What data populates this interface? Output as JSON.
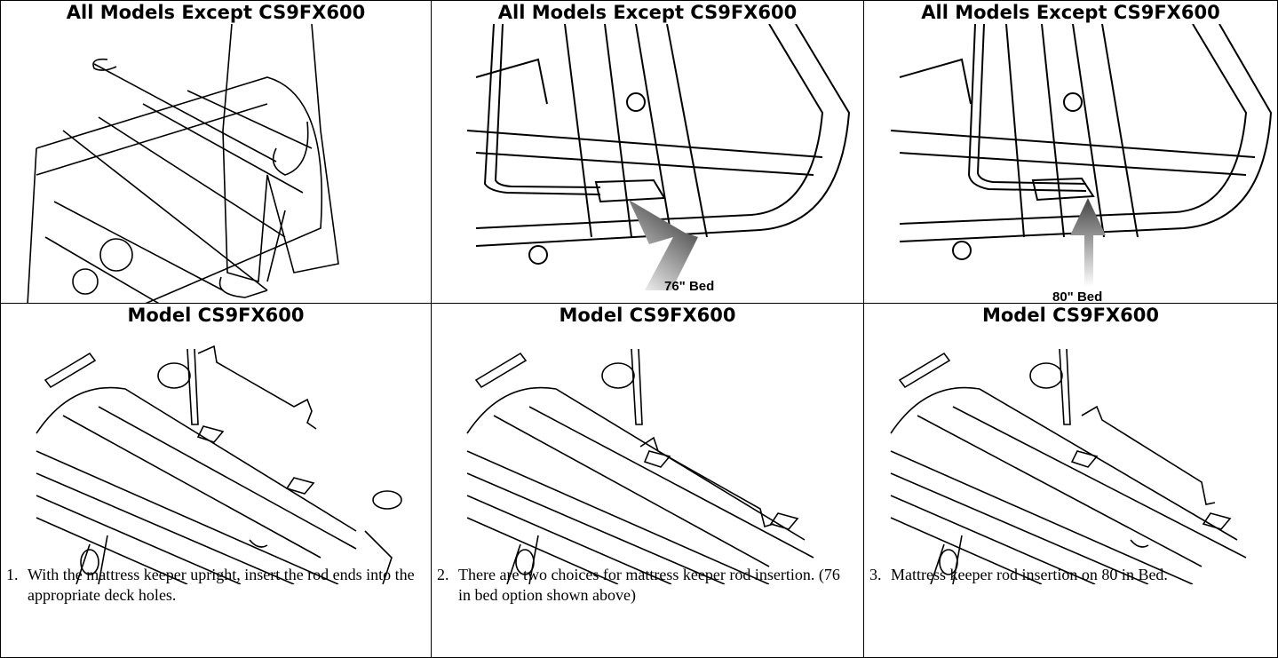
{
  "panels": {
    "top": [
      {
        "title": "All Models Except CS9FX600"
      },
      {
        "title": "All Models Except CS9FX600",
        "callout": "76\" Bed"
      },
      {
        "title": "All Models Except CS9FX600",
        "callout": "80\" Bed"
      }
    ],
    "bottom": [
      {
        "title": "Model CS9FX600"
      },
      {
        "title": "Model CS9FX600"
      },
      {
        "title": "Model CS9FX600"
      }
    ]
  },
  "steps": [
    {
      "number": "1.",
      "text": "With the mattress keeper upright, insert the rod ends into the appropriate deck holes."
    },
    {
      "number": "2.",
      "text": "There are two choices for mattress keeper rod insertion. (76 in bed option shown above)"
    },
    {
      "number": "3.",
      "text": "Mattress keeper rod insertion on 80 in Bed."
    }
  ]
}
